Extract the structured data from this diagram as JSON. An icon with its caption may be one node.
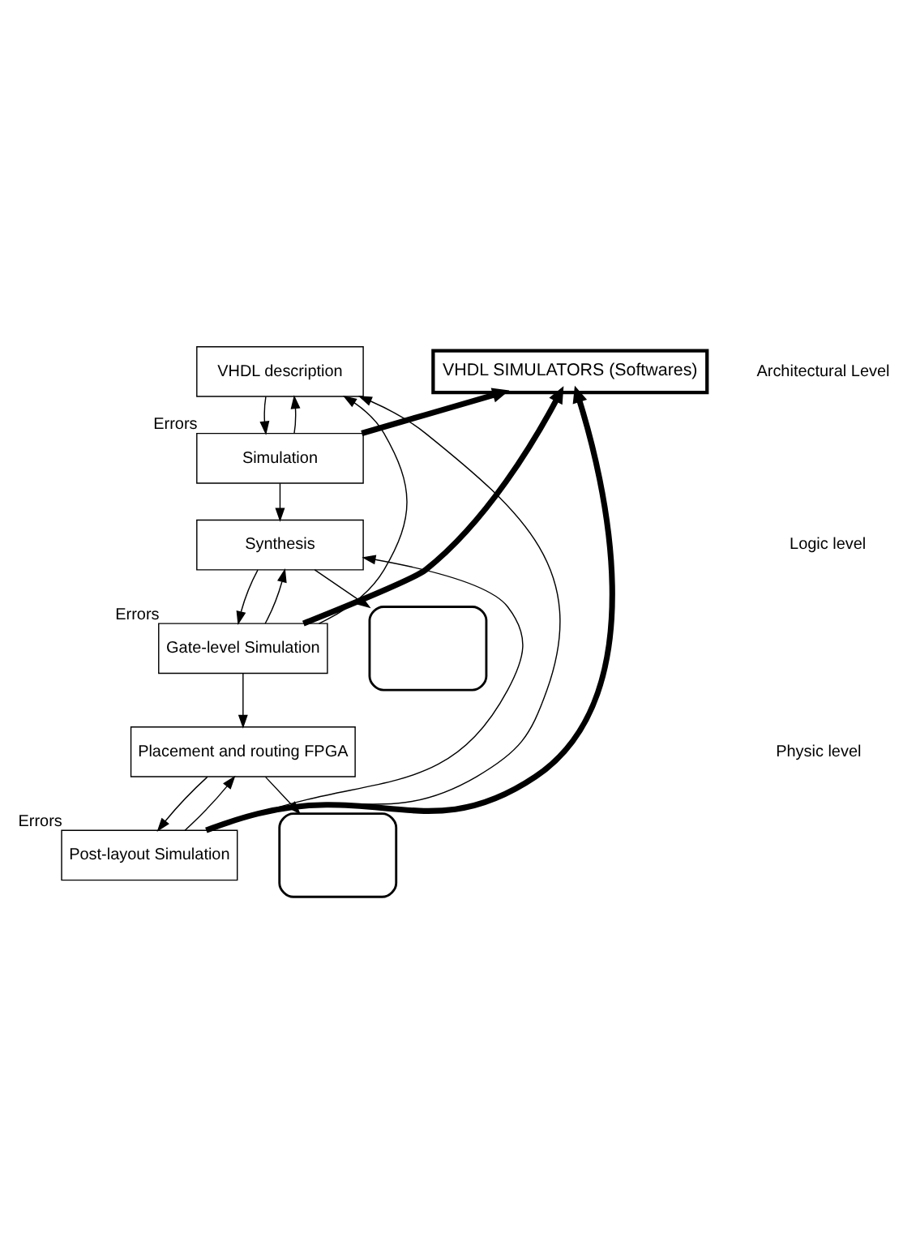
{
  "diagram": {
    "nodes": [
      {
        "text": [
          "VHDL description"
        ]
      },
      {
        "text": [
          "Simulation"
        ],
        "beside": [
          "Errors"
        ]
      },
      {
        "text": [
          "Synthesis"
        ]
      },
      {
        "text": [
          "Gate-level Simulation"
        ],
        "beside": [
          "Errors"
        ]
      },
      {
        "text": [
          "Placement and routing FPGA"
        ]
      },
      {
        "text": [
          "Post-layout Simulation"
        ],
        "beside": [
          "Errors"
        ]
      },
      {
        "text": [
          "VHDL SIMULATORS (Softwares)"
        ]
      },
      {
        "text": [],
        "shape": "box"
      },
      {
        "text": [],
        "shape": "box"
      }
    ],
    "edges": [
      {
        "from": 0,
        "to": 1,
        "arrow": "to"
      },
      {
        "from": 1,
        "to": 2,
        "arrow": "to"
      },
      {
        "from": 2,
        "to": 3,
        "arrow": "to"
      },
      {
        "from": 3,
        "to": 4,
        "arrow": "to"
      },
      {
        "from": 4,
        "to": 5,
        "arrow": "to"
      },
      {
        "from": 1,
        "to": 0,
        "arrow": "to"
      },
      {
        "from": 3,
        "to": 2,
        "arrow": "to"
      },
      {
        "from": 3,
        "to": 0,
        "arrow": "to"
      },
      {
        "from": 5,
        "to": 4,
        "arrow": "to"
      },
      {
        "from": 5,
        "to": 2,
        "arrow": "to"
      },
      {
        "from": 5,
        "to": 0,
        "arrow": "to"
      },
      {
        "from": 2,
        "to": 8,
        "arrow": "to"
      },
      {
        "from": 4,
        "to": 7,
        "arrow": "to"
      },
      {
        "from": 1,
        "to": 6,
        "arrow": "to",
        "style": "thick"
      },
      {
        "from": 3,
        "to": 6,
        "arrow": "to",
        "style": "thick"
      },
      {
        "from": 5,
        "to": 6,
        "arrow": "to",
        "style": "thick"
      }
    ],
    "labels": [
      "Architectural Level",
      "Logic level",
      "Physic level"
    ]
  }
}
